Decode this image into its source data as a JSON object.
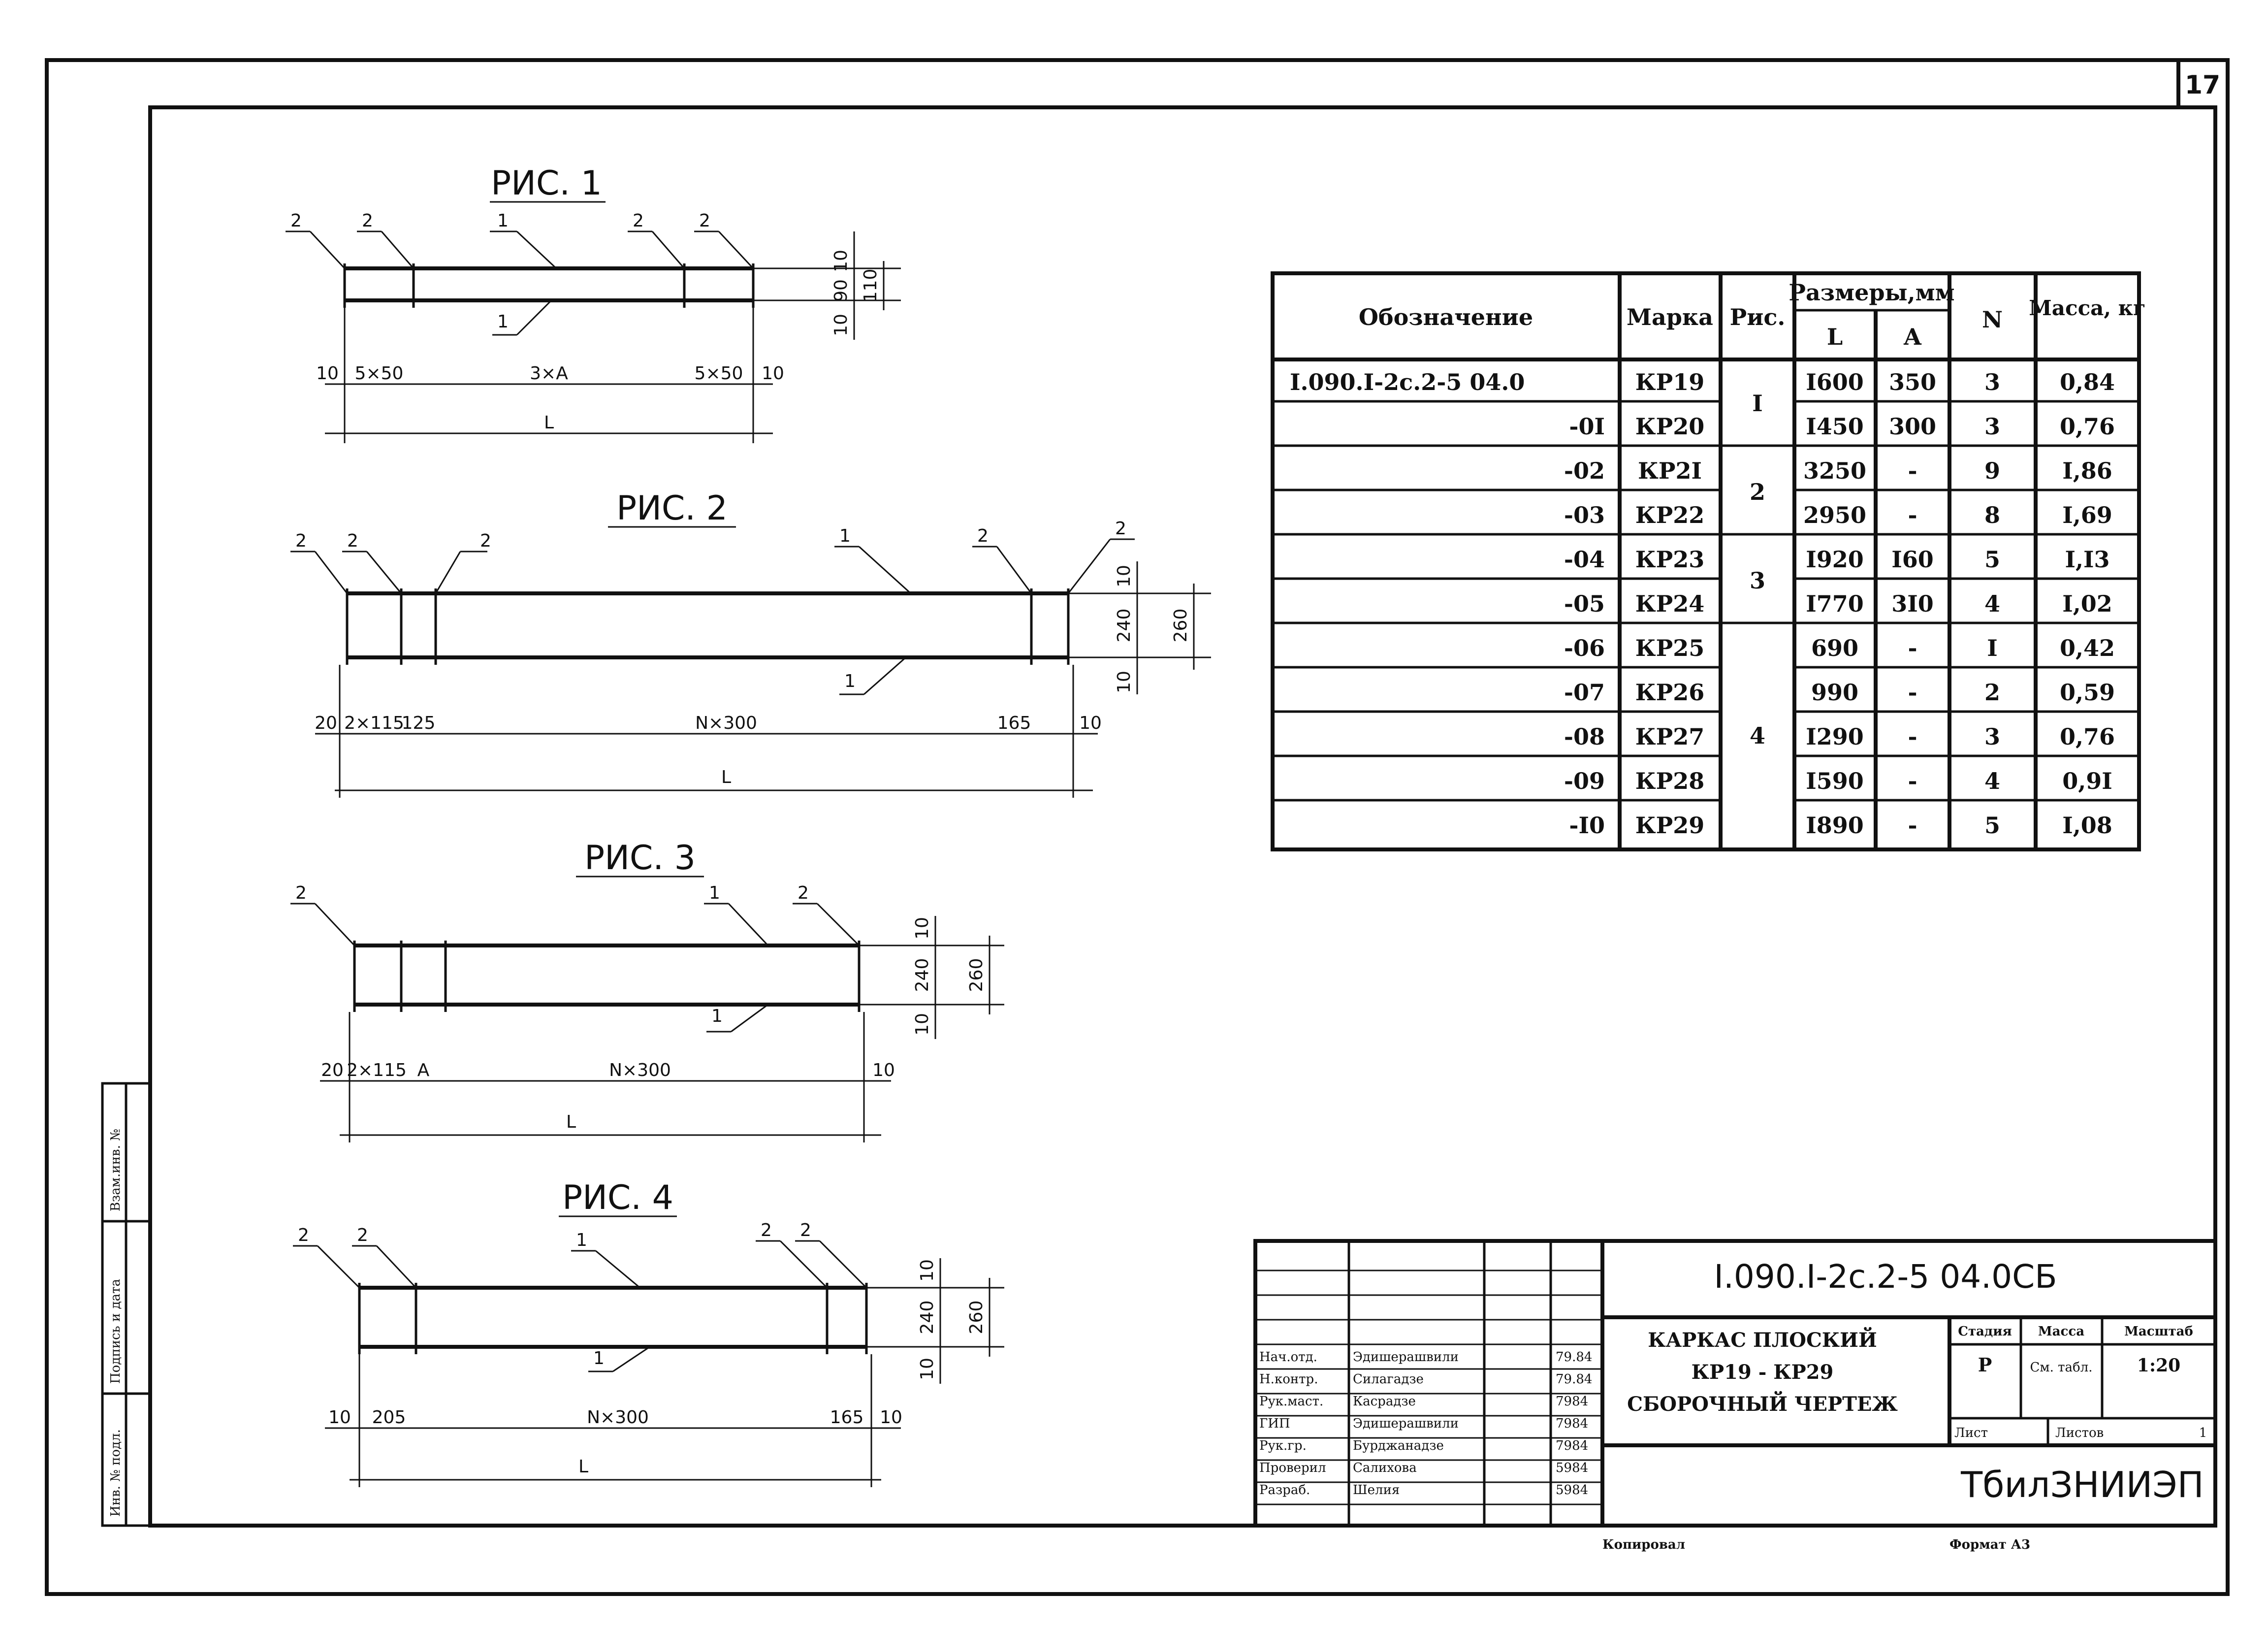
{
  "sheet_number": "17",
  "figures": [
    {
      "title": "РИС. 1",
      "callouts": [
        "2",
        "2",
        "1",
        "2",
        "2",
        "1"
      ],
      "dims_bottom": [
        "10",
        "5×50",
        "3×A",
        "5×50",
        "10"
      ],
      "dim_total": "L",
      "dims_right": [
        "10",
        "90",
        "10",
        "110"
      ]
    },
    {
      "title": "РИС. 2",
      "callouts": [
        "2",
        "2",
        "2",
        "1",
        "2",
        "2",
        "1"
      ],
      "dims_bottom": [
        "20",
        "2×115",
        "125",
        "N×300",
        "165",
        "10"
      ],
      "dim_total": "L",
      "dims_right": [
        "10",
        "240",
        "10",
        "260"
      ]
    },
    {
      "title": "РИС. 3",
      "callouts": [
        "2",
        "1",
        "2",
        "1"
      ],
      "dims_bottom": [
        "20",
        "2×115",
        "A",
        "N×300",
        "10"
      ],
      "dim_total": "L",
      "dims_right": [
        "10",
        "240",
        "10",
        "260"
      ]
    },
    {
      "title": "РИС. 4",
      "callouts": [
        "2",
        "2",
        "1",
        "2",
        "2",
        "1"
      ],
      "dims_bottom": [
        "10",
        "205",
        "N×300",
        "165",
        "10"
      ],
      "dim_total": "L",
      "dims_right": [
        "10",
        "240",
        "10",
        "260"
      ]
    }
  ],
  "spec_table": {
    "headers": {
      "designation": "Обозначение",
      "mark": "Марка",
      "fig": "Рис.",
      "sizes": "Размеры,мм",
      "L": "L",
      "A": "A",
      "N": "N",
      "mass": "Масса, кг"
    },
    "rows": [
      {
        "designation": "I.090.I-2с.2-5 04.0",
        "mark": "КР19",
        "L": "I600",
        "A": "350",
        "N": "3",
        "mass": "0,84"
      },
      {
        "designation": "-0I",
        "mark": "КР20",
        "L": "I450",
        "A": "300",
        "N": "3",
        "mass": "0,76"
      },
      {
        "designation": "-02",
        "mark": "КР2I",
        "L": "3250",
        "A": "-",
        "N": "9",
        "mass": "I,86"
      },
      {
        "designation": "-03",
        "mark": "КР22",
        "L": "2950",
        "A": "-",
        "N": "8",
        "mass": "I,69"
      },
      {
        "designation": "-04",
        "mark": "КР23",
        "L": "I920",
        "A": "I60",
        "N": "5",
        "mass": "I,I3"
      },
      {
        "designation": "-05",
        "mark": "КР24",
        "L": "I770",
        "A": "3I0",
        "N": "4",
        "mass": "I,02"
      },
      {
        "designation": "-06",
        "mark": "КР25",
        "L": "690",
        "A": "-",
        "N": "I",
        "mass": "0,42"
      },
      {
        "designation": "-07",
        "mark": "КР26",
        "L": "990",
        "A": "-",
        "N": "2",
        "mass": "0,59"
      },
      {
        "designation": "-08",
        "mark": "КР27",
        "L": "I290",
        "A": "-",
        "N": "3",
        "mass": "0,76"
      },
      {
        "designation": "-09",
        "mark": "КР28",
        "L": "I590",
        "A": "-",
        "N": "4",
        "mass": "0,9I"
      },
      {
        "designation": "-I0",
        "mark": "КР29",
        "L": "I890",
        "A": "-",
        "N": "5",
        "mass": "I,08"
      }
    ],
    "fig_groups": [
      "I",
      "2",
      "3",
      "4"
    ]
  },
  "title_block": {
    "code": "I.090.I-2с.2-5   04.0СБ",
    "name_lines": [
      "КАРКАС ПЛОСКИЙ",
      "КР19 - КР29",
      "СБОРОЧНЫЙ ЧЕРТЕЖ"
    ],
    "stage_label": "Стадия",
    "mass_label": "Масса",
    "scale_label": "Масштаб",
    "stage_value": "Р",
    "mass_value": "См. табл.",
    "scale_value": "1:20",
    "sheet_label": "Лист",
    "sheets_label": "Листов",
    "sheets_value": "1",
    "org": "ТбилЗНИИЭП",
    "roles": [
      {
        "role": "Нач.отд.",
        "name": "Эдишерашвили",
        "date": "79.84"
      },
      {
        "role": "Н.контр.",
        "name": "Силагадзе",
        "date": "79.84"
      },
      {
        "role": "Рук.маст.",
        "name": "Касрадзе",
        "date": "7984"
      },
      {
        "role": "ГИП",
        "name": "Эдишерашвили",
        "date": "7984"
      },
      {
        "role": "Рук.гр.",
        "name": "Бурджанадзе",
        "date": "7984"
      },
      {
        "role": "Проверил",
        "name": "Салихова",
        "date": "5984"
      },
      {
        "role": "Разраб.",
        "name": "Шелия",
        "date": "5984"
      }
    ]
  },
  "side_stamp": [
    "Инв. № подл.",
    "Подпись и дата",
    "Взам.инв. №"
  ],
  "footer": {
    "copied": "Копировал",
    "format": "Формат А3"
  }
}
